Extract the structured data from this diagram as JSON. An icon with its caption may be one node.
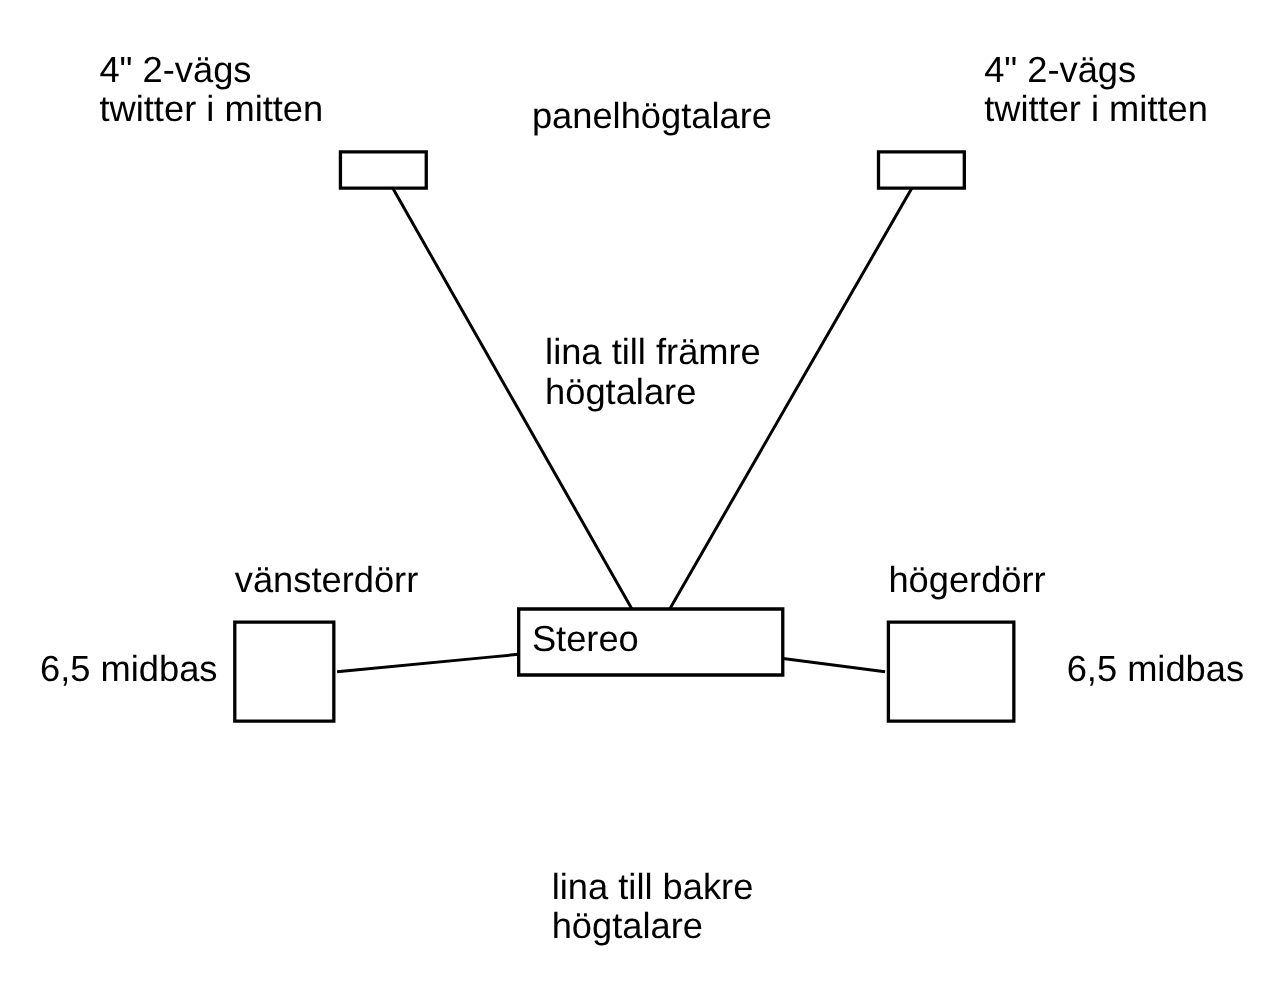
{
  "diagram": {
    "nodes": [
      {
        "text": [],
        "shape": "box",
        "beside": [
          "4\" 2-vägs twitter i mitten"
        ]
      },
      {
        "text": [],
        "shape": "box",
        "beside": [
          "4\" 2-vägs twitter i mitten"
        ]
      },
      {
        "text": [],
        "shape": "box",
        "beside": [
          "vänsterdörr",
          "6,5 midbas"
        ]
      },
      {
        "text": [
          "Stereo"
        ]
      },
      {
        "text": [],
        "shape": "box",
        "beside": [
          "högerdörr",
          "6,5 midbas"
        ]
      }
    ],
    "edges": [
      {
        "from": 3,
        "to": 0,
        "arrow": "none"
      },
      {
        "from": 3,
        "to": 1,
        "arrow": "none"
      },
      {
        "from": 3,
        "to": 2,
        "arrow": "none"
      },
      {
        "from": 3,
        "to": 4,
        "arrow": "none"
      }
    ],
    "labels": [
      "panelhögtalare",
      "lina till främre högtalare",
      "lina till bakre högtalare"
    ]
  }
}
